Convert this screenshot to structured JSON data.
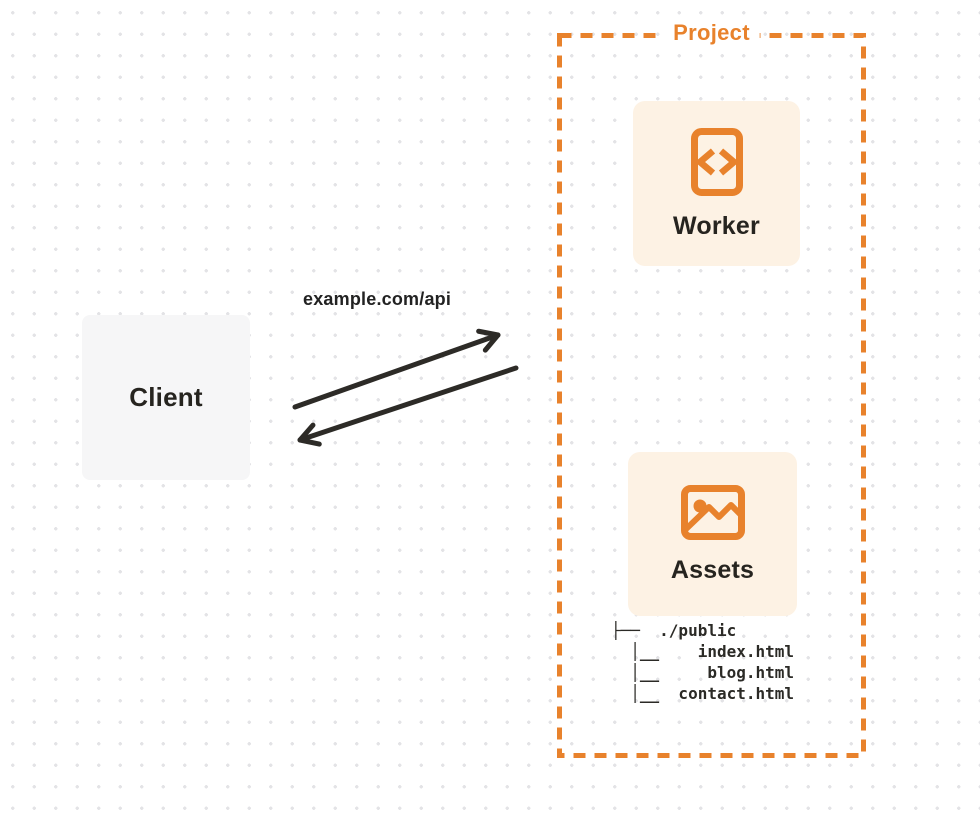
{
  "client": {
    "label": "Client"
  },
  "connection": {
    "request_label": "example.com/api"
  },
  "project": {
    "label": "Project",
    "worker": {
      "label": "Worker",
      "icon": "code-icon"
    },
    "assets": {
      "label": "Assets",
      "icon": "image-icon"
    },
    "file_tree": [
      "├──  ./public",
      "  │__    index.html",
      "  │__     blog.html",
      "  │__  contact.html"
    ]
  },
  "colors": {
    "accent_orange": "#e8822c",
    "card_background": "#fdf2e4",
    "client_background": "#f6f6f7",
    "ink": "#26241f",
    "arrow": "#2d2b27",
    "dot_grid": "#e3e3e6"
  }
}
